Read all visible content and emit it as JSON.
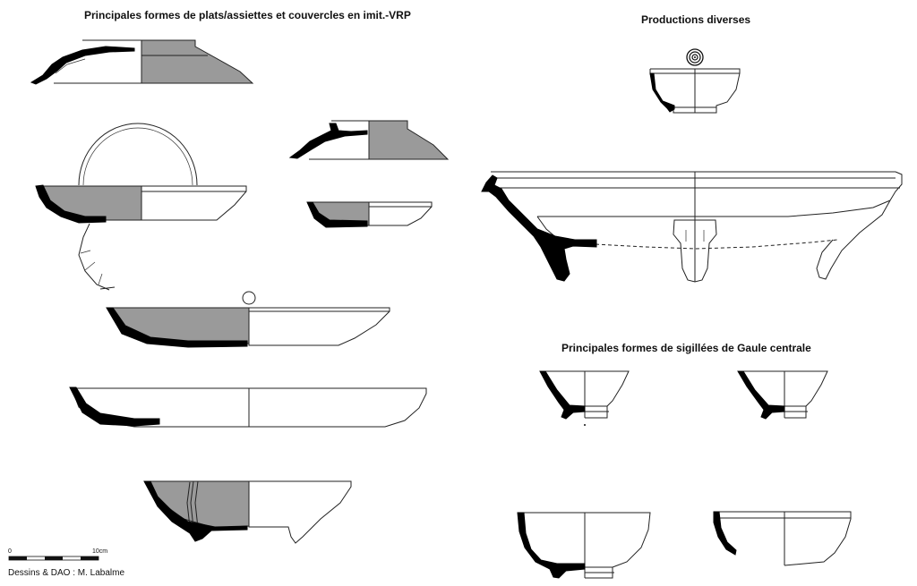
{
  "titles": {
    "left": "Principales formes de plats/assiettes et couvercles en imit.-VRP",
    "right": "Productions diverses",
    "sigillees": "Principales formes de sigillées de Gaule centrale"
  },
  "scale": {
    "start": "0",
    "end": "10cm"
  },
  "credit": "Dessins & DAO : M. Labalme",
  "colors": {
    "section": "#000000",
    "slip": "#9a9a9a",
    "line": "#222222",
    "background": "#ffffff"
  }
}
